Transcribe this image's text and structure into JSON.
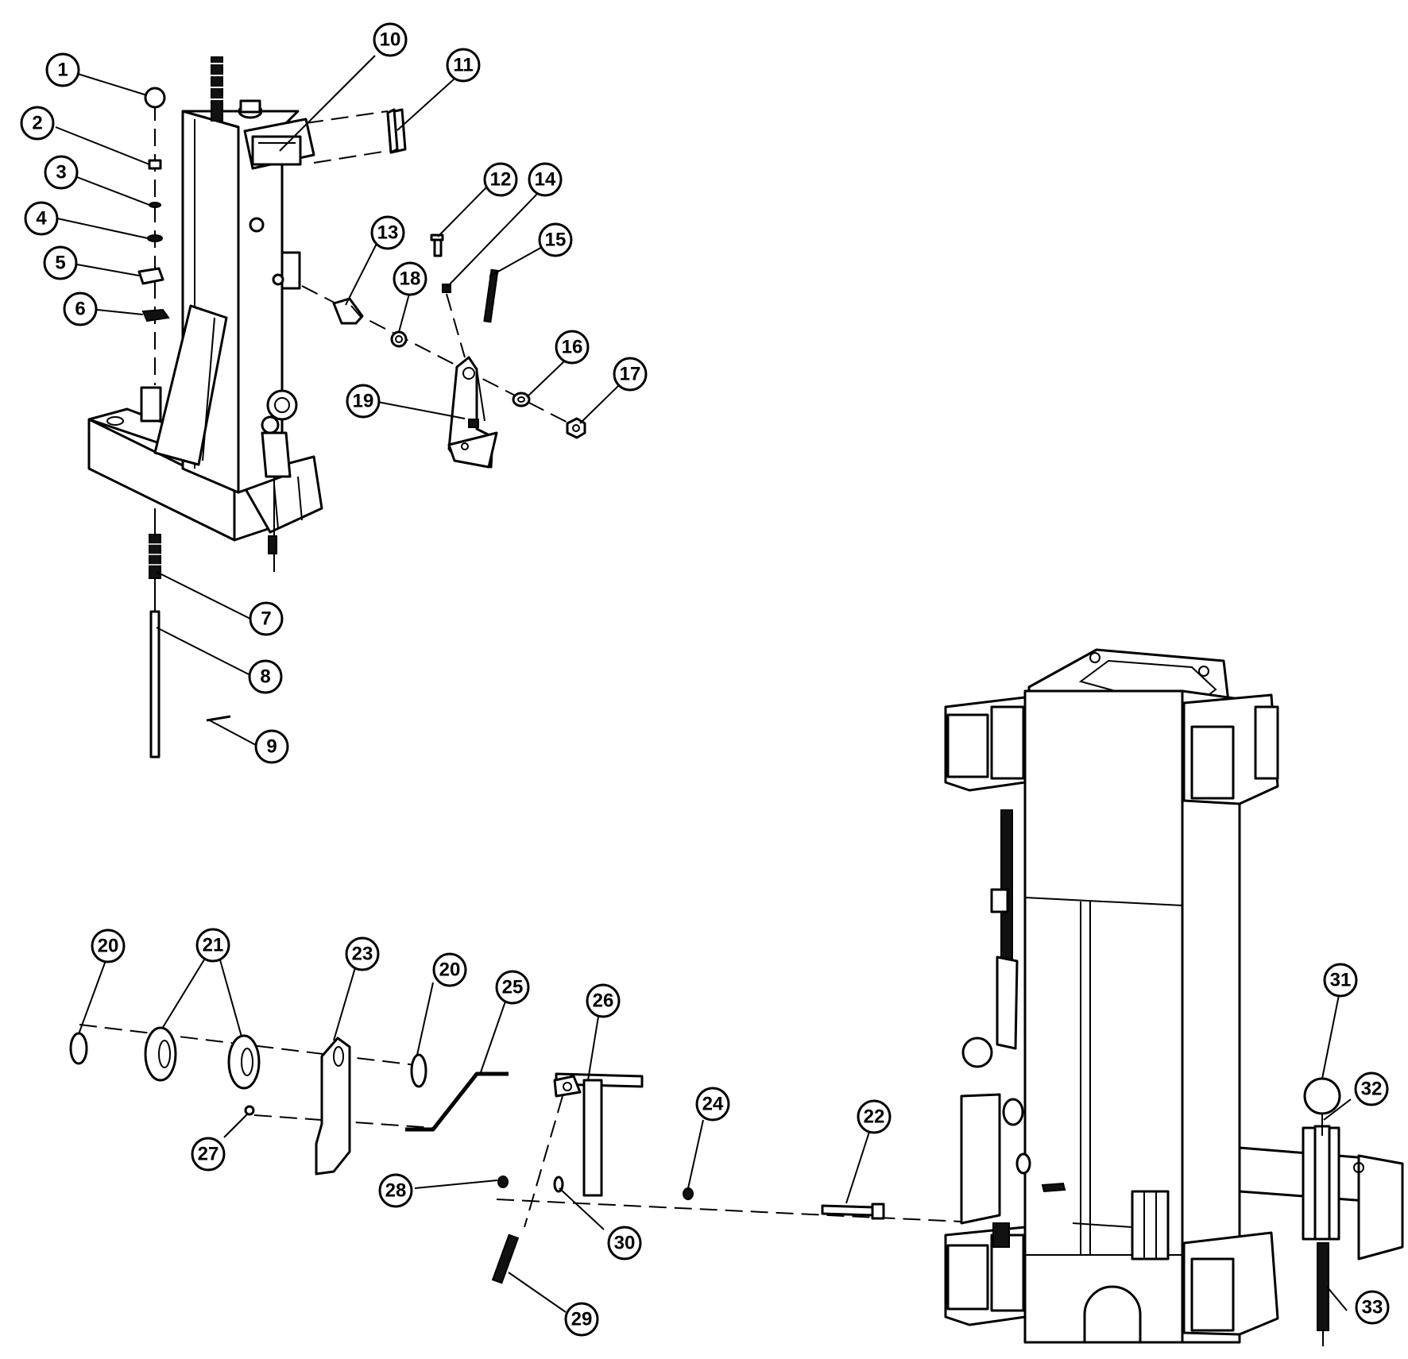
{
  "callouts": [
    {
      "id": "1",
      "label": "1"
    },
    {
      "id": "2",
      "label": "2"
    },
    {
      "id": "3",
      "label": "3"
    },
    {
      "id": "4",
      "label": "4"
    },
    {
      "id": "5",
      "label": "5"
    },
    {
      "id": "6",
      "label": "6"
    },
    {
      "id": "7",
      "label": "7"
    },
    {
      "id": "8",
      "label": "8"
    },
    {
      "id": "9",
      "label": "9"
    },
    {
      "id": "10",
      "label": "10"
    },
    {
      "id": "11",
      "label": "11"
    },
    {
      "id": "12",
      "label": "12"
    },
    {
      "id": "13",
      "label": "13"
    },
    {
      "id": "14",
      "label": "14"
    },
    {
      "id": "15",
      "label": "15"
    },
    {
      "id": "16",
      "label": "16"
    },
    {
      "id": "17",
      "label": "17"
    },
    {
      "id": "18",
      "label": "18"
    },
    {
      "id": "19",
      "label": "19"
    },
    {
      "id": "20a",
      "label": "20"
    },
    {
      "id": "20b",
      "label": "20"
    },
    {
      "id": "21",
      "label": "21"
    },
    {
      "id": "22",
      "label": "22"
    },
    {
      "id": "23",
      "label": "23"
    },
    {
      "id": "24",
      "label": "24"
    },
    {
      "id": "25",
      "label": "25"
    },
    {
      "id": "26",
      "label": "26"
    },
    {
      "id": "27",
      "label": "27"
    },
    {
      "id": "28",
      "label": "28"
    },
    {
      "id": "29",
      "label": "29"
    },
    {
      "id": "30",
      "label": "30"
    },
    {
      "id": "31",
      "label": "31"
    },
    {
      "id": "32",
      "label": "32"
    },
    {
      "id": "33",
      "label": "33"
    }
  ]
}
